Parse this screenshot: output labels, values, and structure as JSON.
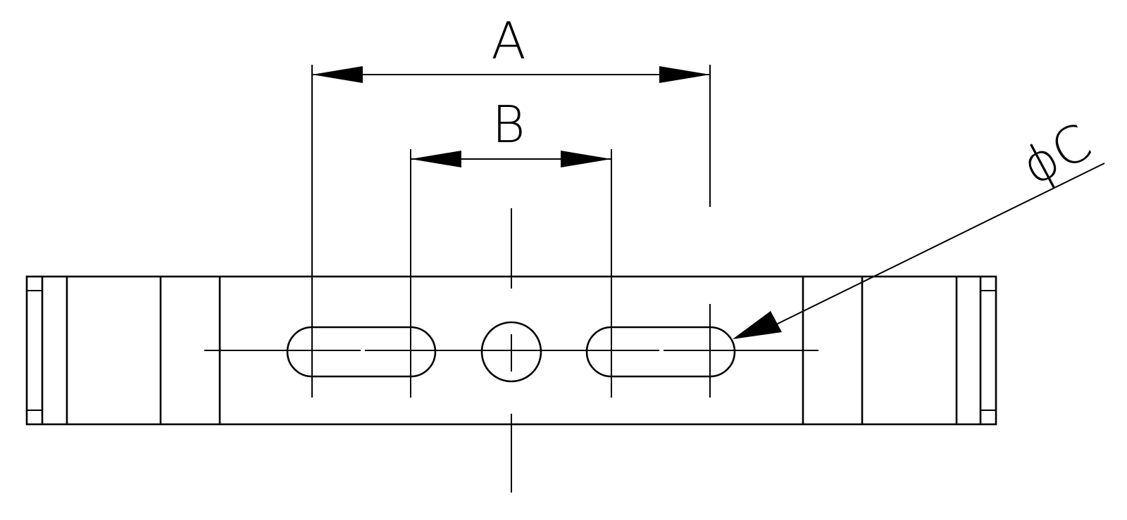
{
  "dimensions": {
    "a_label": "A",
    "b_label": "B",
    "c_label": "ϕC"
  },
  "colors": {
    "line": "#000000",
    "background": "#ffffff"
  }
}
